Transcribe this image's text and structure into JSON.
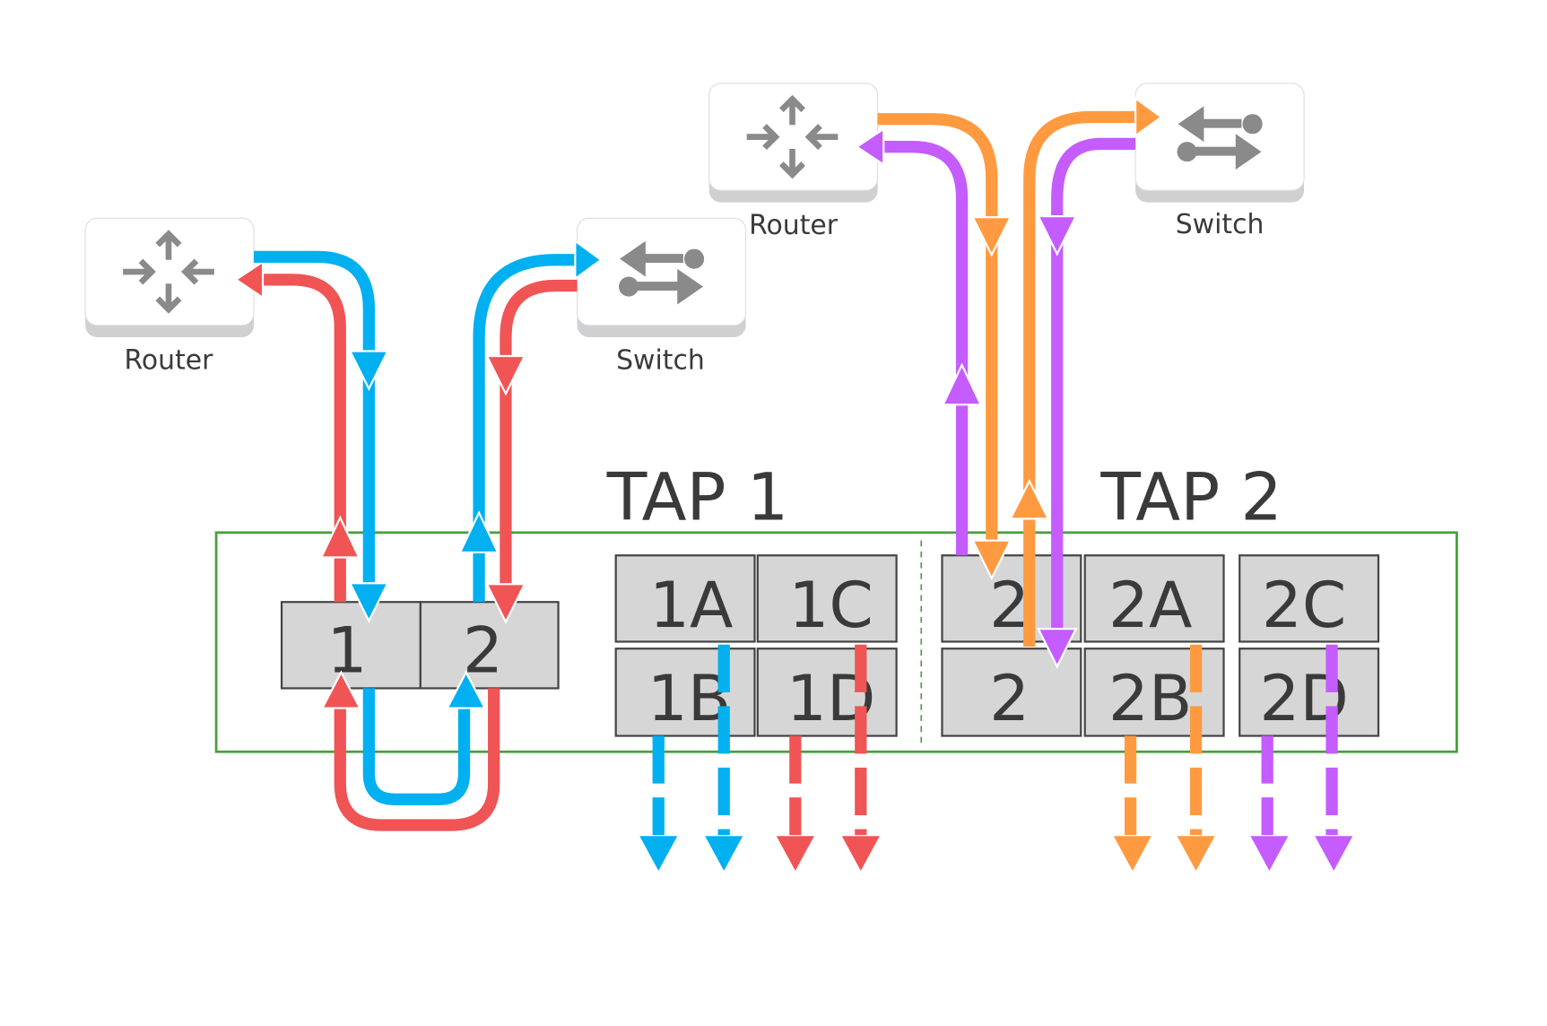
{
  "devices": {
    "router1": {
      "label": "Router",
      "icon": "router-icon"
    },
    "switch1": {
      "label": "Switch",
      "icon": "switch-icon"
    },
    "router2": {
      "label": "Router",
      "icon": "router-icon"
    },
    "switch2": {
      "label": "Switch",
      "icon": "switch-icon"
    }
  },
  "tap1": {
    "title": "TAP 1",
    "network_ports": [
      "1",
      "2"
    ],
    "monitor_ports": [
      "1A",
      "1C",
      "1B",
      "1D"
    ]
  },
  "tap2": {
    "title": "TAP 2",
    "network_ports": [
      "2",
      "2"
    ],
    "monitor_ports": [
      "2A",
      "2C",
      "2B",
      "2D"
    ]
  },
  "colors": {
    "red": "#F05454",
    "blue": "#00B0F0",
    "orange": "#FF9A40",
    "purple": "#C45CFF",
    "tap_border": "#4A9E3F",
    "port_fill": "#D6D6D6"
  }
}
